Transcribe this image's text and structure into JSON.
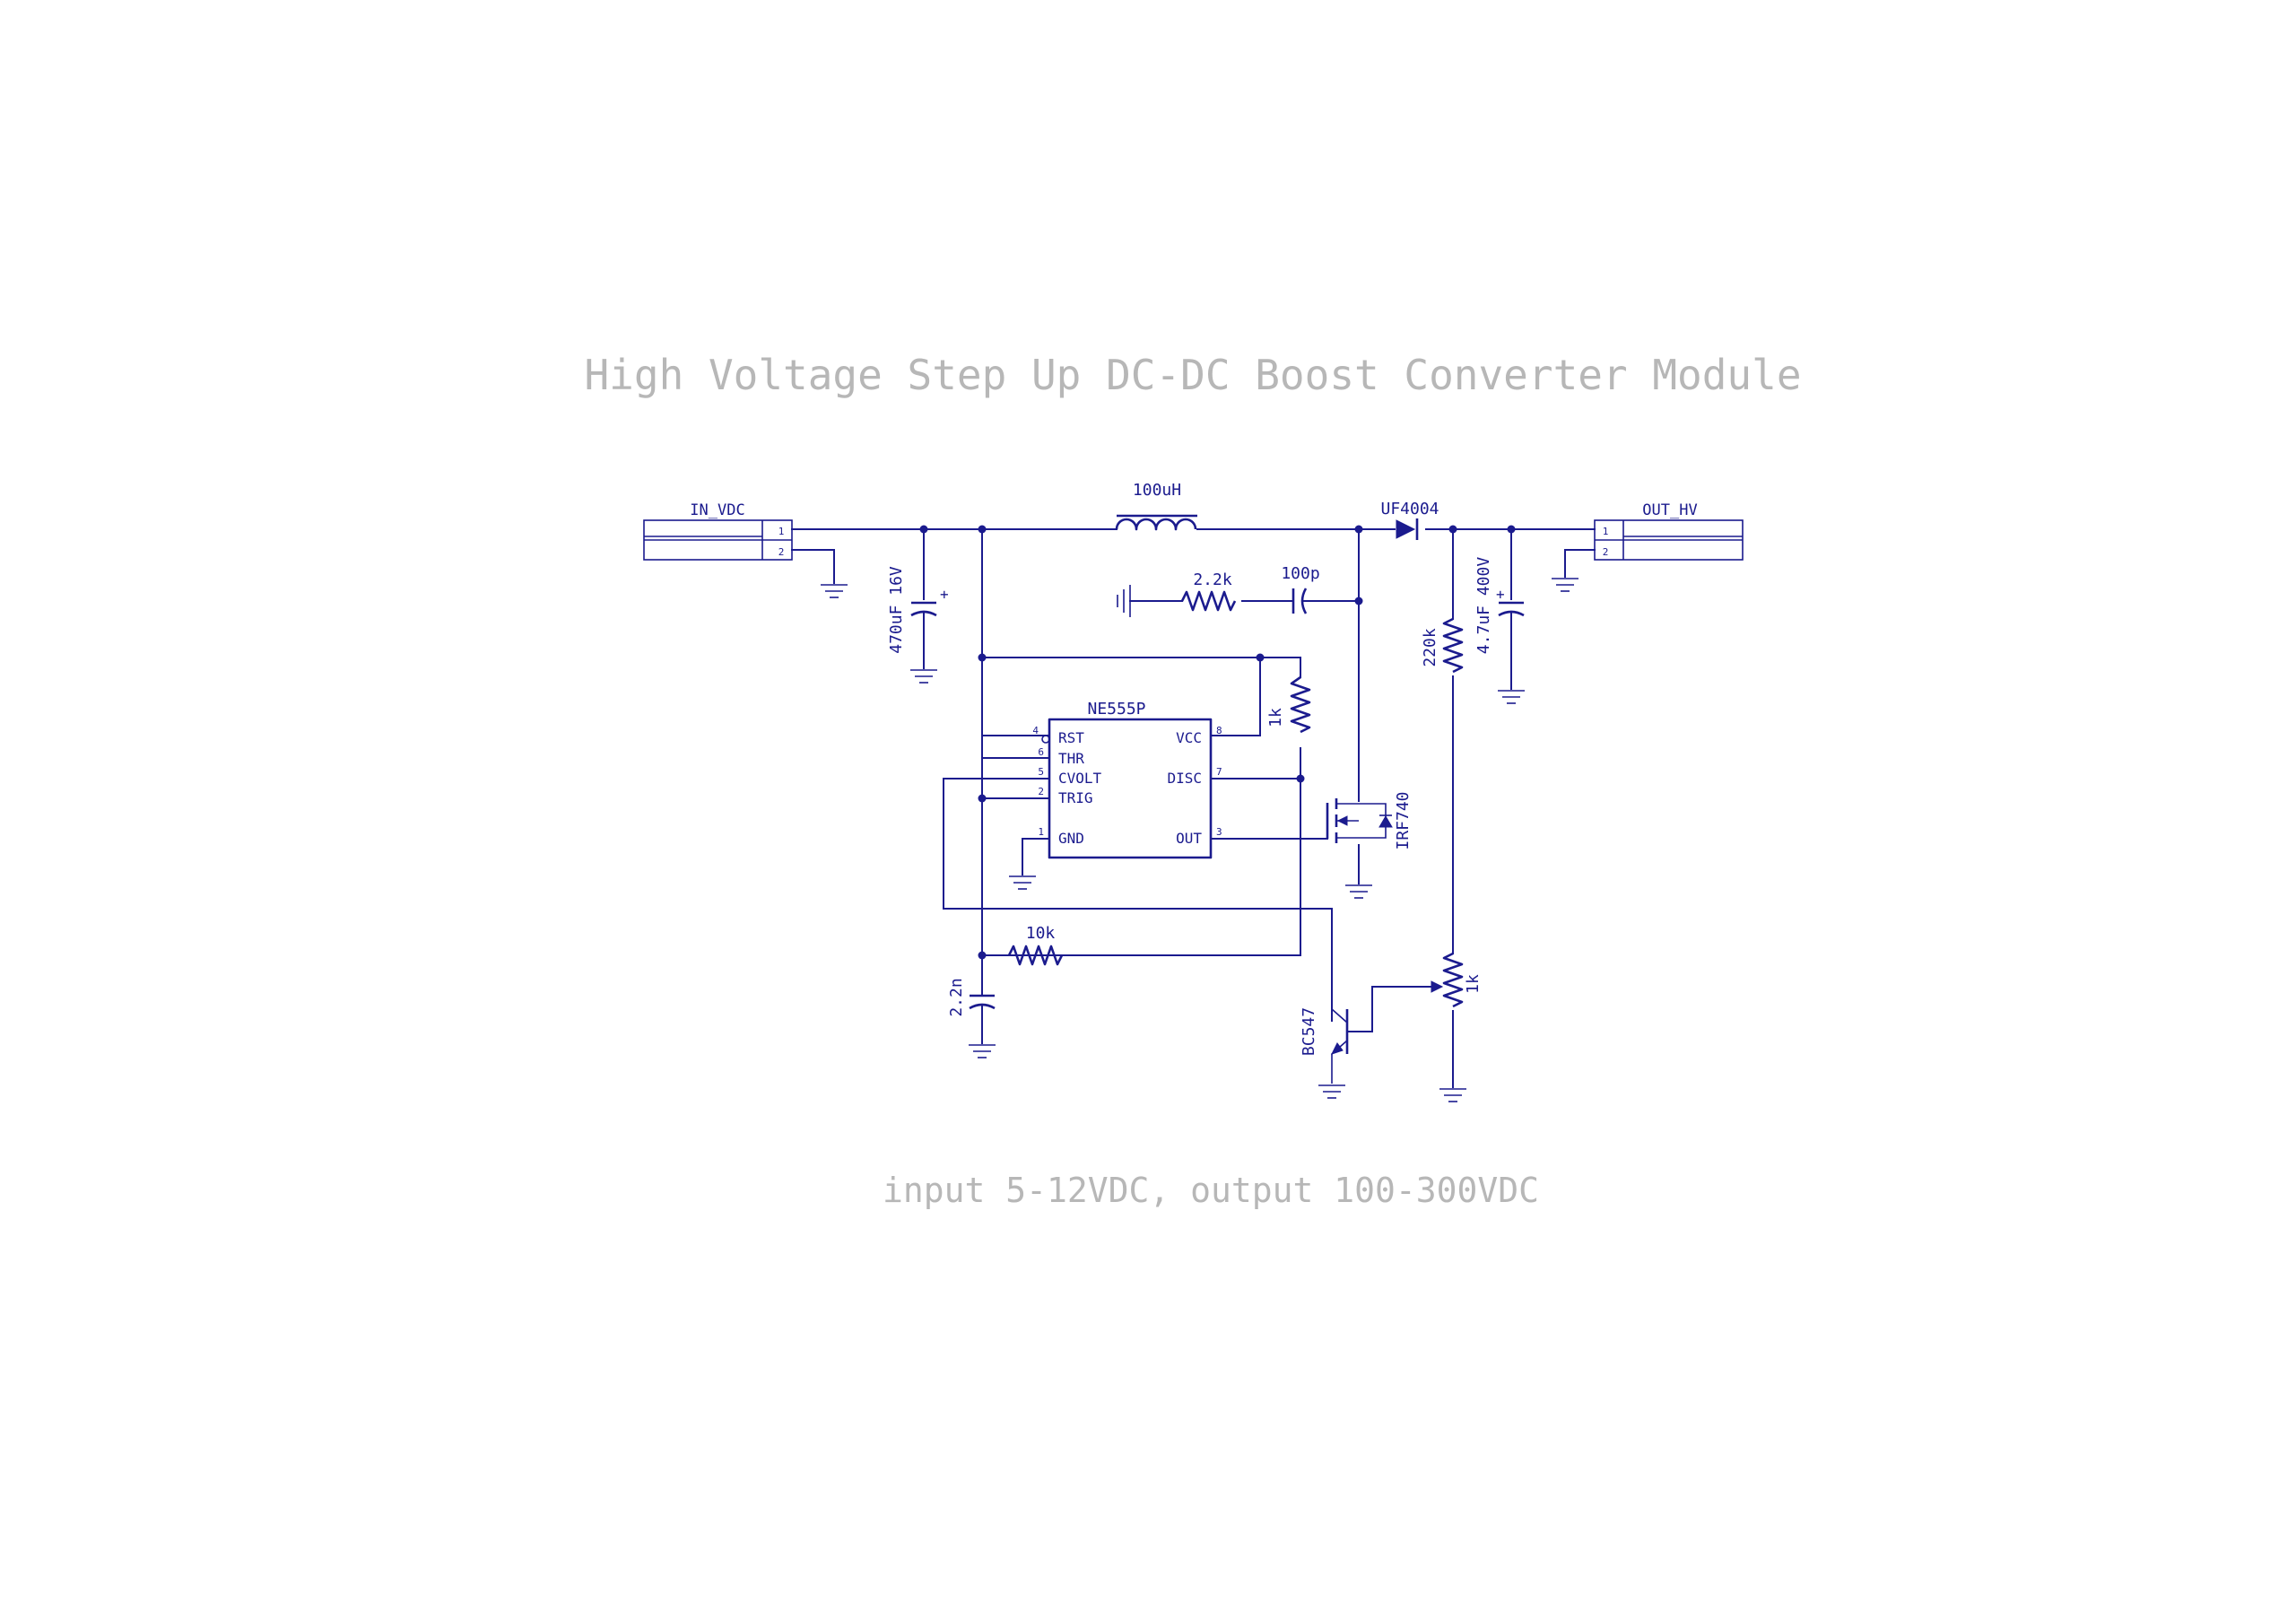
{
  "title": "High Voltage Step Up DC-DC Boost Converter Module",
  "subtitle": "input 5-12VDC, output 100-300VDC",
  "connectors": {
    "input": {
      "name": "IN_VDC",
      "pin1": "1",
      "pin2": "2"
    },
    "output": {
      "name": "OUT_HV",
      "pin1": "1",
      "pin2": "2"
    }
  },
  "components": {
    "inductor": "100uH",
    "diode": "UF4004",
    "input_cap": "470uF 16V",
    "output_cap": "4.7uF 400V",
    "snubber_resistor": "2.2k",
    "snubber_cap": "100p",
    "feedback_resistor": "220k",
    "pullup_resistor": "1k",
    "timing_resistor": "10k",
    "timing_cap": "2.2n",
    "potentiometer": "1k",
    "mosfet": "IRF740",
    "transistor": "BC547"
  },
  "ic": {
    "name": "NE555P",
    "pins": {
      "rst": {
        "label": "RST",
        "num": "4"
      },
      "thr": {
        "label": "THR",
        "num": "6"
      },
      "cvolt": {
        "label": "CVOLT",
        "num": "5"
      },
      "trig": {
        "label": "TRIG",
        "num": "2"
      },
      "gnd": {
        "label": "GND",
        "num": "1"
      },
      "vcc": {
        "label": "VCC",
        "num": "8"
      },
      "disc": {
        "label": "DISC",
        "num": "7"
      },
      "out": {
        "label": "OUT",
        "num": "3"
      }
    }
  }
}
